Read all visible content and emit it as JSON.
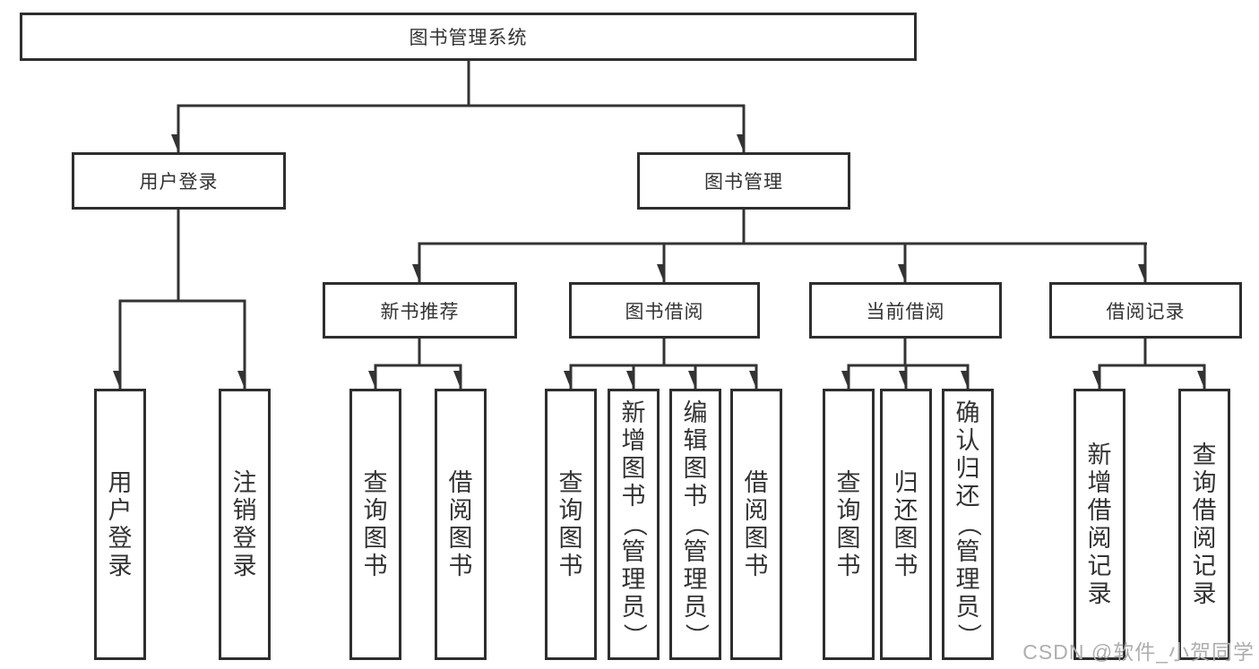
{
  "tree": {
    "label": "图书管理系统",
    "children": [
      {
        "label": "用户登录",
        "children": [
          {
            "label": "用户登录"
          },
          {
            "label": "注销登录"
          }
        ]
      },
      {
        "label": "图书管理",
        "children": [
          {
            "label": "新书推荐",
            "children": [
              {
                "label": "查询图书"
              },
              {
                "label": "借阅图书"
              }
            ]
          },
          {
            "label": "图书借阅",
            "children": [
              {
                "label": "查询图书"
              },
              {
                "label": "新增图书（管理员）"
              },
              {
                "label": "编辑图书（管理员）"
              },
              {
                "label": "借阅图书"
              }
            ]
          },
          {
            "label": "当前借阅",
            "children": [
              {
                "label": "查询图书"
              },
              {
                "label": "归还图书"
              },
              {
                "label": "确认归还（管理员）"
              }
            ]
          },
          {
            "label": "借阅记录",
            "children": [
              {
                "label": "新增借阅记录"
              },
              {
                "label": "查询借阅记录"
              }
            ]
          }
        ]
      }
    ]
  },
  "watermark": "CSDN @软件_小贺同学",
  "colors": {
    "line": "#333333",
    "box_border": "#2e2e2e",
    "text": "#333333",
    "watermark": "#aeaeae",
    "background": "#ffffff"
  }
}
